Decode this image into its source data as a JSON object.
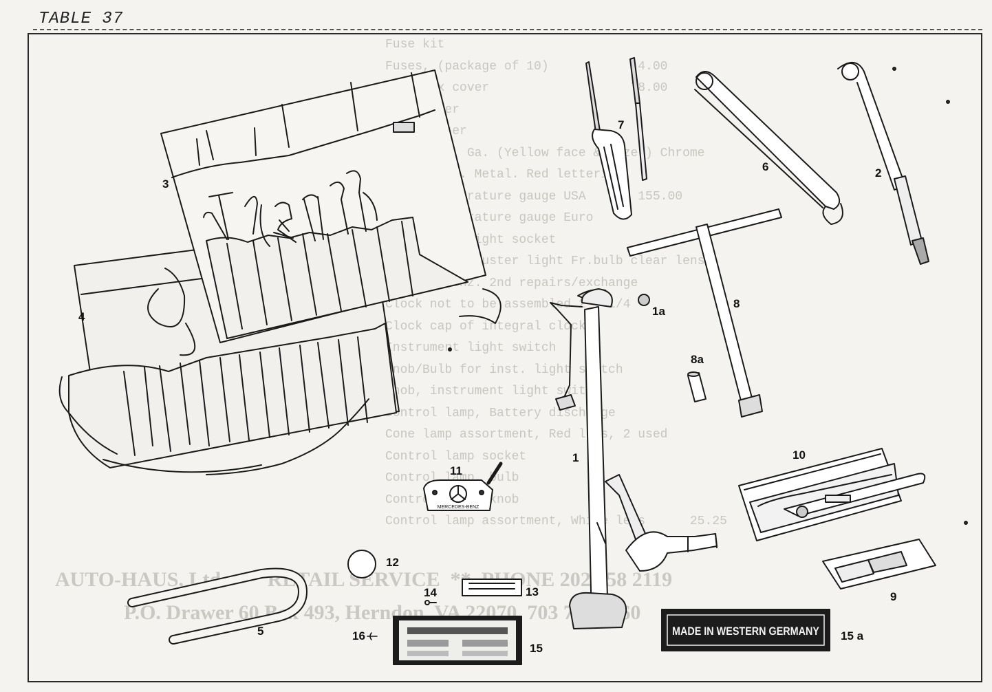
{
  "header": {
    "table_label": "TABLE 37"
  },
  "badges": {
    "made_in": "MADE IN WESTERN GERMANY",
    "brand_plate": "MERCEDES-BENZ"
  },
  "callouts": {
    "c1": "1",
    "c1a": "1a",
    "c2": "2",
    "c3": "3",
    "c4": "4",
    "c5": "5",
    "c6": "6",
    "c7": "7",
    "c8": "8",
    "c8a": "8a",
    "c9": "9",
    "c10": "10",
    "c11": "11",
    "c12": "12",
    "c13": "13",
    "c14": "14",
    "c15": "15",
    "c15a": "15 a",
    "c16": "16"
  },
  "bleed_through": {
    "lines": [
      "Fuse kit",
      "Fuses, (package of 10)            4.00",
      "Fuse box cover                   78.00",
      "Tachometer",
      "Speedometer",
      "Oil Press. Ga. (Yellow face & Bezel) Chrome",
      "Fuel gauge. Metal. Red lettering",
      "Water temperature gauge USA       155.00",
      "Water temperature gauge Euro",
      "Instrument light socket",
      "Instrument cluster light Fr.bulb clear lens",
      "Clock, Kienz. 2nd repairs/exchange",
      "Clock not to be assembled 2 + 1/4",
      "Clock cap of integral clock",
      "Instrument light switch",
      "Knob/Bulb for inst. light switch",
      "Knob, instrument light switch",
      "Control lamp, Battery discharge",
      "Cone lamp assortment, Red lens, 2 used",
      "Control lamp socket",
      "Control lamp, bulb",
      "Control lamp, knob",
      "Control lamp assortment, White lens      25.25"
    ],
    "footer_1": "AUTO-HAUS, Ltd.  **  RETAIL SERVICE  **  PHONE 202 758 2119",
    "footer_2": "P.O. Drawer 60 Box 493, Herndon, VA 22070  703 758 0360"
  }
}
